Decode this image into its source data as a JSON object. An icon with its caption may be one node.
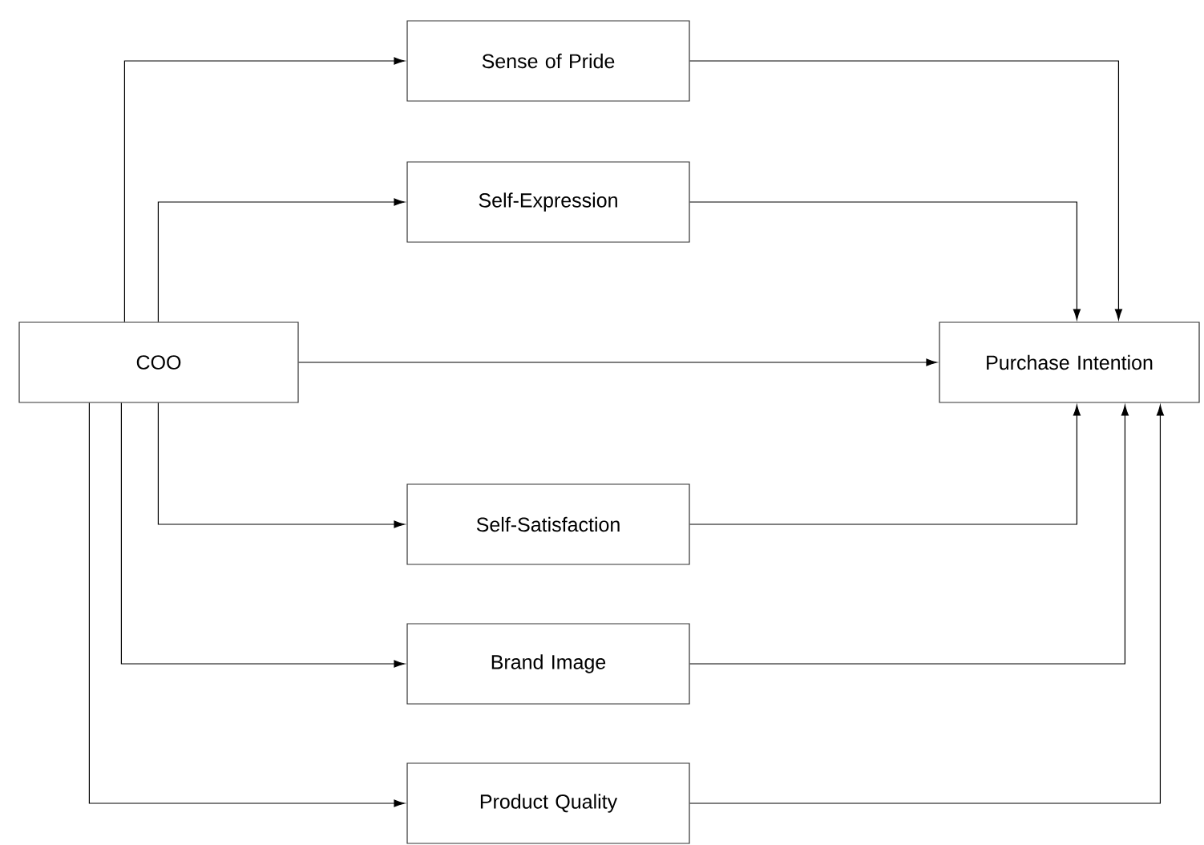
{
  "diagram": {
    "nodes": [
      {
        "text": [
          "COO"
        ]
      },
      {
        "text": [
          "Sense of Pride"
        ]
      },
      {
        "text": [
          "Self-Expression"
        ]
      },
      {
        "text": [
          "Purchase Intention"
        ]
      },
      {
        "text": [
          "Self-Satisfaction"
        ]
      },
      {
        "text": [
          "Brand Image"
        ]
      },
      {
        "text": [
          "Product Quality"
        ]
      }
    ],
    "edges": [
      {
        "from": 0,
        "to": 1,
        "arrow": "to"
      },
      {
        "from": 0,
        "to": 2,
        "arrow": "to"
      },
      {
        "from": 0,
        "to": 3,
        "arrow": "to"
      },
      {
        "from": 0,
        "to": 4,
        "arrow": "to"
      },
      {
        "from": 0,
        "to": 5,
        "arrow": "to"
      },
      {
        "from": 0,
        "to": 6,
        "arrow": "to"
      },
      {
        "from": 1,
        "to": 3,
        "arrow": "to"
      },
      {
        "from": 2,
        "to": 3,
        "arrow": "to"
      },
      {
        "from": 4,
        "to": 3,
        "arrow": "to"
      },
      {
        "from": 5,
        "to": 3,
        "arrow": "to"
      },
      {
        "from": 6,
        "to": 3,
        "arrow": "to"
      }
    ]
  }
}
